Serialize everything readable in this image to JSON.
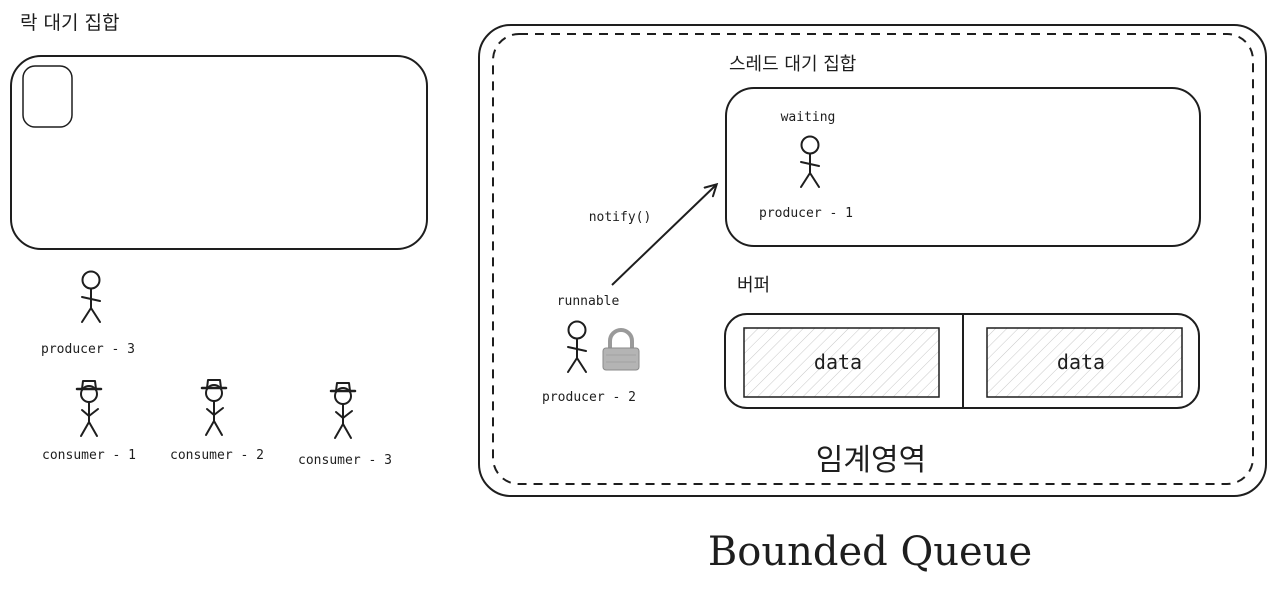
{
  "lock_wait_set": {
    "title": "락 대기 집합",
    "threads": [
      {
        "label": "producer - 3",
        "role": "producer"
      },
      {
        "label": "consumer - 1",
        "role": "consumer"
      },
      {
        "label": "consumer - 2",
        "role": "consumer"
      },
      {
        "label": "consumer - 3",
        "role": "consumer"
      }
    ]
  },
  "critical_section": {
    "title": "임계영역",
    "thread_wait_set": {
      "title": "스레드 대기 집합",
      "state_label": "waiting",
      "thread_label": "producer - 1"
    },
    "running_thread": {
      "state_label": "runnable",
      "thread_label": "producer - 2",
      "holds": "lock-icon"
    },
    "call_label": "notify()",
    "buffer": {
      "title": "버퍼",
      "slots": [
        "data",
        "data"
      ]
    }
  },
  "caption": "Bounded Queue",
  "colors": {
    "stroke": "#1e1e1e",
    "hatch": "#c8c8c8",
    "lock": "#9a9a9a"
  }
}
